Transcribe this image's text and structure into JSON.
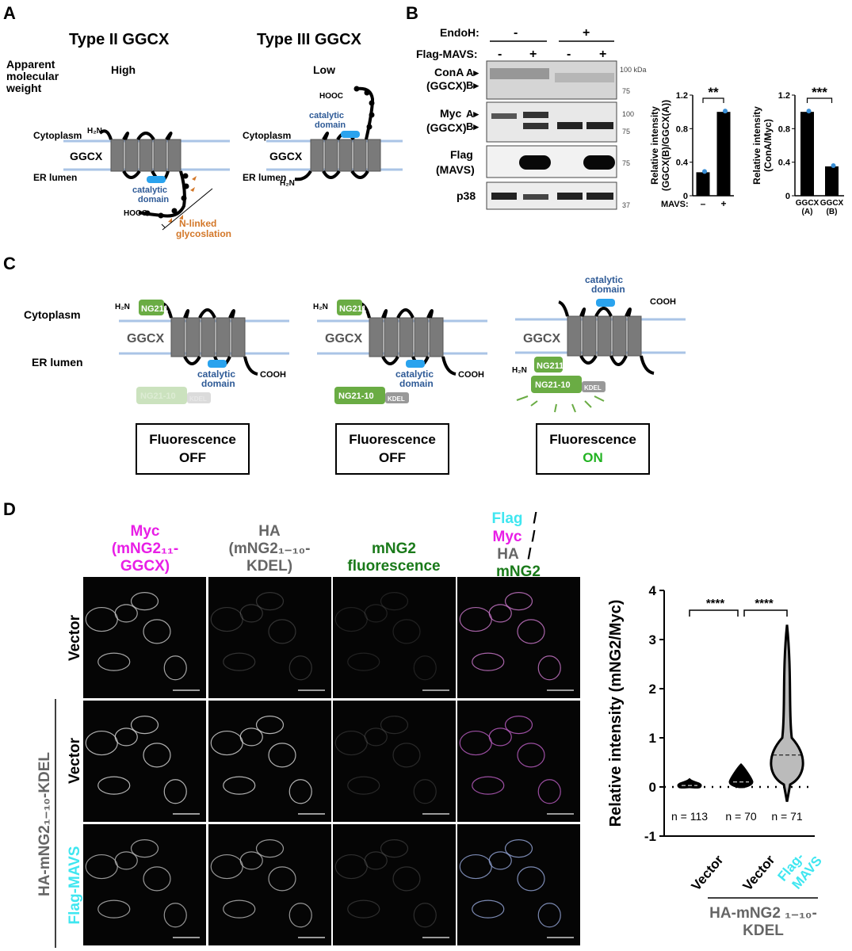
{
  "panel_letters": {
    "a": "A",
    "b": "B",
    "c": "C",
    "d": "D"
  },
  "panel_a": {
    "type2_title": "Type II GGCX",
    "type3_title": "Type III GGCX",
    "apparent_label": [
      "Apparent",
      "molecular",
      "weight"
    ],
    "high": "High",
    "low": "Low",
    "cytoplasm": "Cytoplasm",
    "er_lumen": "ER lumen",
    "ggcx": "GGCX",
    "h2n": "H₂N",
    "hooc": "HOOC",
    "catalytic": "catalytic",
    "domain": "domain",
    "nlinked": "N-linked",
    "glycoslation": "glycoslation"
  },
  "panel_b": {
    "endoh": "EndoH:",
    "flag_mavs": "Flag-MAVS:",
    "minus": "-",
    "plus": "+",
    "rows": {
      "cona": [
        "ConA",
        "(GGCX)"
      ],
      "myc": [
        "Myc",
        "(GGCX)"
      ],
      "flag": [
        "Flag",
        "(MAVS)"
      ],
      "p38": "p38"
    },
    "band_a": "A▸",
    "band_b": "B▸",
    "markers": {
      "m100kda": "100 kDa",
      "m75": "75",
      "m100": "100",
      "m37": "37"
    },
    "chart1": {
      "ylabel": [
        "Relative intensity",
        "(GGCX(B)/GGCX(A))"
      ],
      "xprefix": "MAVS:",
      "categories": [
        "–",
        "+"
      ],
      "ticks": [
        "0",
        "0.4",
        "0.8",
        "1.2"
      ],
      "sig": "**"
    },
    "chart2": {
      "ylabel": [
        "Relative intensity",
        "(ConA/Myc)"
      ],
      "categories": [
        [
          "GGCX",
          "(A)"
        ],
        [
          "GGCX",
          "(B)"
        ]
      ],
      "ticks": [
        "0",
        "0.4",
        "0.8",
        "1.2"
      ],
      "sig": "***"
    }
  },
  "panel_c": {
    "cytoplasm": "Cytoplasm",
    "er_lumen": "ER lumen",
    "ggcx": "GGCX",
    "ng2_11": "NG2",
    "sub11": "11",
    "ng2_110": "NG2",
    "sub110": "1-10",
    "kdel": "KDEL",
    "h2n": "H₂N",
    "cooh": "COOH",
    "catalytic": "catalytic",
    "domain": "domain",
    "fluorescence": "Fluorescence",
    "off": "OFF",
    "on": "ON"
  },
  "panel_d": {
    "col_myc": [
      "Myc",
      "(mNG2₁₁-",
      "GGCX)"
    ],
    "col_ha": [
      "HA",
      "(mNG2₁₋₁₀-",
      "KDEL)"
    ],
    "col_mng2": [
      "mNG2",
      "fluorescence"
    ],
    "col_merge": {
      "flag": "Flag",
      "myc": "Myc",
      "ha": "HA",
      "mng2": "mNG2",
      "slash": " /"
    },
    "row_vector": "Vector",
    "row_flag": "Flag-MAVS",
    "group_label": "HA-mNG2₁₋₁₀-KDEL",
    "violin": {
      "ylabel": "Relative intensity (mNG2/Myc)",
      "ticks": [
        "-1",
        "0",
        "1",
        "2",
        "3",
        "4"
      ],
      "sig1": "****",
      "sig2": "****",
      "n_labels": [
        "n = 113",
        "n = 70",
        "n = 71"
      ],
      "x_labels": [
        "Vector",
        "Vector",
        "Flag-",
        "MAVS"
      ],
      "group": [
        "HA-mNG2 ₁₋₁₀-",
        "KDEL"
      ]
    }
  },
  "chart_data": [
    {
      "type": "bar",
      "categories": [
        "–",
        "+"
      ],
      "values": [
        0.28,
        1.0
      ],
      "xlabel": "MAVS:",
      "ylabel": "Relative intensity (GGCX(B)/GGCX(A))",
      "ylim": [
        0,
        1.2
      ],
      "significance": "**"
    },
    {
      "type": "bar",
      "categories": [
        "GGCX (A)",
        "GGCX (B)"
      ],
      "values": [
        1.0,
        0.35
      ],
      "ylabel": "Relative intensity (ConA/Myc)",
      "ylim": [
        0,
        1.2
      ],
      "significance": "***"
    },
    {
      "type": "violin",
      "categories": [
        "Vector",
        "HA-mNG2 1-10-KDEL Vector",
        "HA-mNG2 1-10-KDEL Flag-MAVS"
      ],
      "medians": [
        0.03,
        0.1,
        0.65
      ],
      "ranges": [
        [
          0,
          0.15
        ],
        [
          0,
          0.45
        ],
        [
          -0.3,
          3.3
        ]
      ],
      "n": [
        113,
        70,
        71
      ],
      "ylabel": "Relative intensity (mNG2/Myc)",
      "ylim": [
        -1,
        4
      ],
      "colors": {
        "group": "#666666",
        "flag": "#3fe6f0",
        "myc": "#e81ee6",
        "mng2": "#1a7a1a"
      }
    }
  ]
}
